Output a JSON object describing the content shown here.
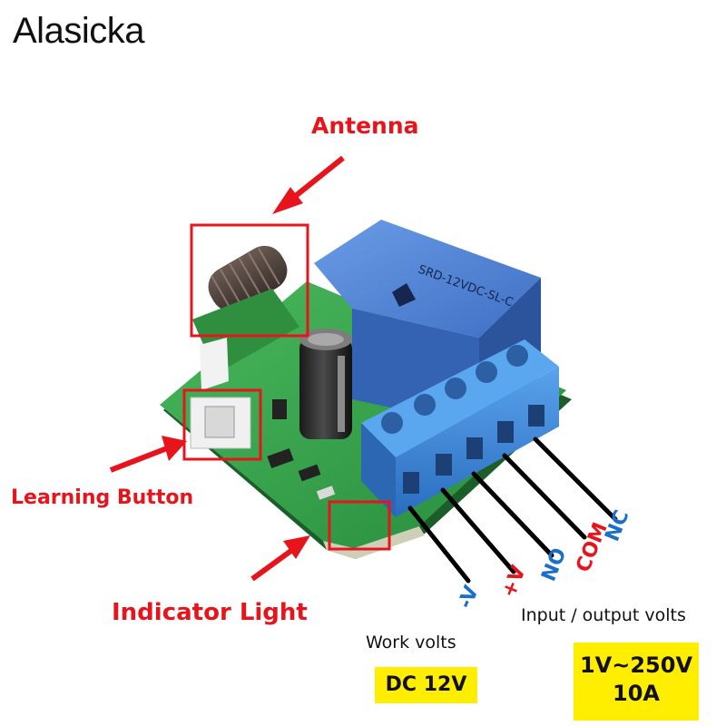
{
  "brand": "Alasicka",
  "callouts": {
    "antenna": "Antenna",
    "learning_button": "Learning Button",
    "indicator_light": "Indicator Light"
  },
  "pins": [
    {
      "label": "-V",
      "color": "#1a6fc9"
    },
    {
      "label": "+V",
      "color": "#e8141c"
    },
    {
      "label": "NO",
      "color": "#1a6fc9"
    },
    {
      "label": "COM",
      "color": "#e8141c"
    },
    {
      "label": "NC",
      "color": "#1a6fc9"
    }
  ],
  "work_volts": {
    "label": "Work volts",
    "value": "DC 12V"
  },
  "io_volts": {
    "label": "Input / output volts",
    "value_line1": "1V~250V",
    "value_line2": "10A"
  },
  "relay_marking": "SRD-12VDC-SL-C",
  "colors": {
    "accent_red": "#e8141c",
    "pin_blue": "#1a6fc9",
    "highlight_yellow": "#ffee00",
    "terminal_blue": "#3a86d8",
    "relay_blue": "#4a7fd4",
    "pcb_green": "#2fa34a"
  }
}
